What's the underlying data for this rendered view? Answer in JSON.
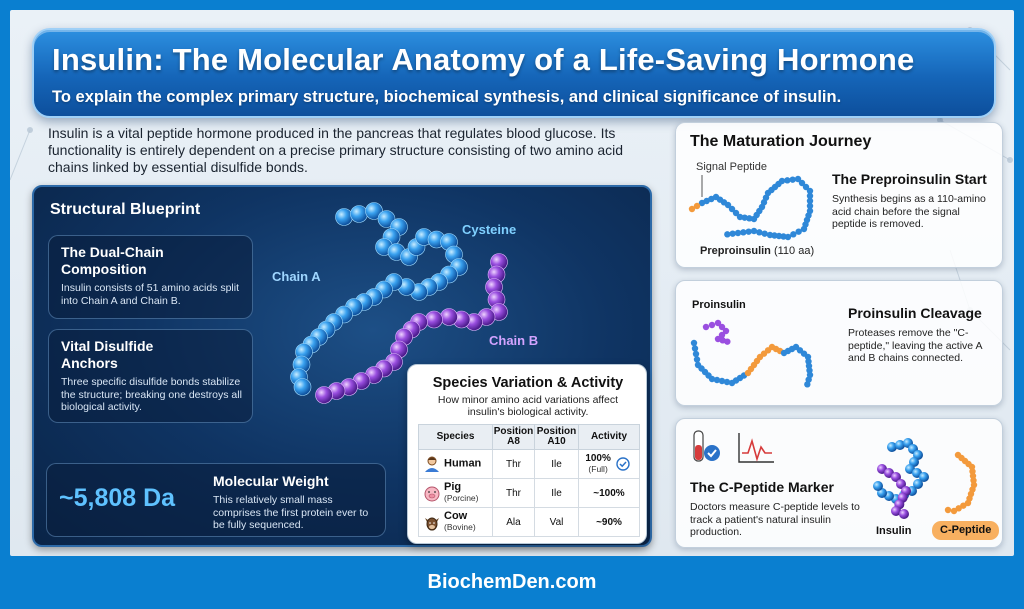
{
  "header": {
    "title": "Insulin: The Molecular Anatomy of a Life-Saving Hormone",
    "subtitle": "To explain the complex primary structure, biochemical synthesis, and clinical significance of insulin."
  },
  "intro": "Insulin is a vital peptide hormone produced in the pancreas that regulates blood glucose. Its functionality is entirely dependent on a precise primary structure consisting of two amino acid chains linked by essential disulfide bonds.",
  "blueprint": {
    "title": "Structural Blueprint",
    "dual_chain": {
      "title": "The Dual-Chain Composition",
      "text": "Insulin consists of 51 amino acids split into Chain A and Chain B."
    },
    "disulfide": {
      "title": "Vital Disulfide Anchors",
      "text": "Three specific disulfide bonds stabilize the structure; breaking one destroys all biological activity."
    },
    "labels": {
      "cysteine": "Cysteine",
      "chain_a": "Chain A",
      "chain_b": "Chain B"
    },
    "molecular_weight": {
      "value": "~5,808 Da",
      "title": "Molecular Weight",
      "text": "This relatively small mass comprises the first protein ever to be fully sequenced."
    }
  },
  "species": {
    "title": "Species Variation & Activity",
    "subtitle": "How minor amino acid variations affect insulin's biological activity.",
    "columns": [
      "Species",
      "Position A8",
      "Position A10",
      "Activity"
    ],
    "rows": [
      {
        "name": "Human",
        "full": "",
        "a8": "Thr",
        "a10": "Ile",
        "activity": "100%",
        "activity_note": "(Full)",
        "icon": "person-icon"
      },
      {
        "name": "Pig",
        "full": "(Porcine)",
        "a8": "Thr",
        "a10": "Ile",
        "activity": "~100%",
        "activity_note": "",
        "icon": "pig-icon"
      },
      {
        "name": "Cow",
        "full": "(Bovine)",
        "a8": "Ala",
        "a10": "Val",
        "activity": "~90%",
        "activity_note": "",
        "icon": "cow-icon"
      }
    ]
  },
  "maturation": {
    "title": "The Maturation Journey",
    "preproinsulin": {
      "signal_label": "Signal Peptide",
      "chain_label": "Preproinsulin",
      "chain_note": "(110 aa)",
      "head": "The Preproinsulin Start",
      "text": "Synthesis begins as a 110-amino acid chain before the signal peptide is removed."
    },
    "cleavage": {
      "chain_label": "Proinsulin",
      "head": "Proinsulin Cleavage",
      "text": "Proteases remove the \"C-peptide,\" leaving the active A and B chains connected."
    },
    "marker": {
      "head": "The C-Peptide Marker",
      "text": "Doctors measure C-peptide levels to track a patient's natural insulin production.",
      "insulin_label": "Insulin",
      "cpeptide_label": "C-Peptide"
    }
  },
  "footer": "BiochemDen.com",
  "colors": {
    "page_bg": "#0a7fd0",
    "header_blue": "#1565b8",
    "chain_a": "#3aa2f0",
    "chain_b": "#9a4fe0",
    "cpeptide": "#f39a3c",
    "mw_value": "#5fc2ff"
  }
}
